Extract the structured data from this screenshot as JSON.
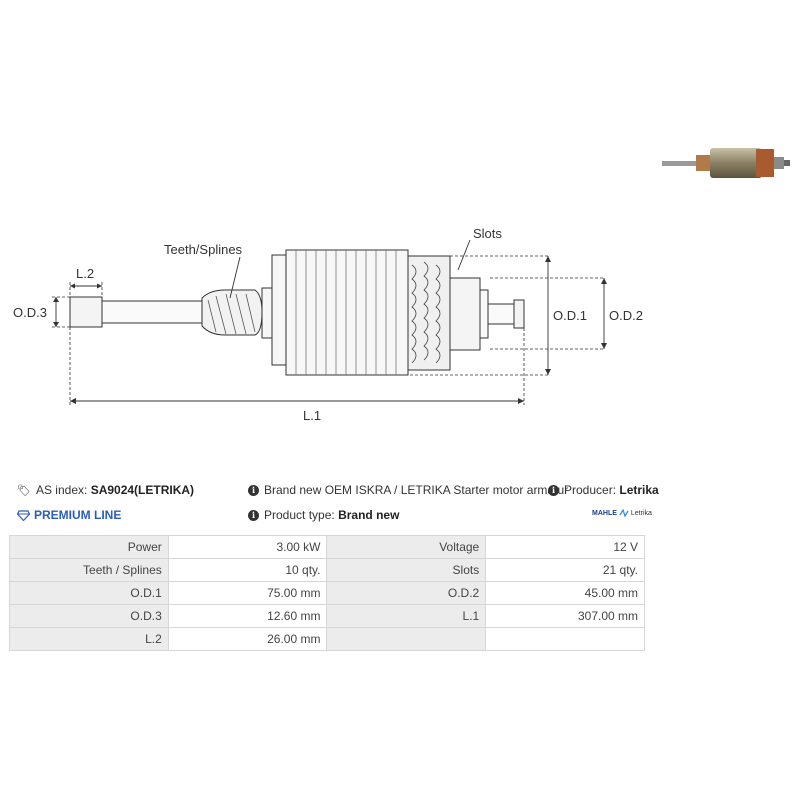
{
  "diagram": {
    "labels": {
      "teeth": "Teeth/Splines",
      "slots": "Slots",
      "l2": "L.2",
      "od3": "O.D.3",
      "od1": "O.D.1",
      "od2": "O.D.2",
      "l1": "L.1"
    }
  },
  "info": {
    "as_index_label": "AS index:",
    "as_index_value": "SA9024(LETRIKA)",
    "description": "Brand new OEM ISKRA / LETRIKA Starter motor armatur",
    "producer_label": "Producer:",
    "producer_value": "Letrika",
    "premium": "PREMIUM LINE",
    "product_type_label": "Product type:",
    "product_type_value": "Brand new",
    "logo_text": "MAHLE",
    "logo_sub": "Letrika"
  },
  "specs": [
    [
      "Power",
      "3.00 kW",
      "Voltage",
      "12 V"
    ],
    [
      "Teeth / Splines",
      "10 qty.",
      "Slots",
      "21 qty."
    ],
    [
      "O.D.1",
      "75.00 mm",
      "O.D.2",
      "45.00 mm"
    ],
    [
      "O.D.3",
      "12.60 mm",
      "L.1",
      "307.00 mm"
    ],
    [
      "L.2",
      "26.00 mm",
      "",
      ""
    ]
  ]
}
